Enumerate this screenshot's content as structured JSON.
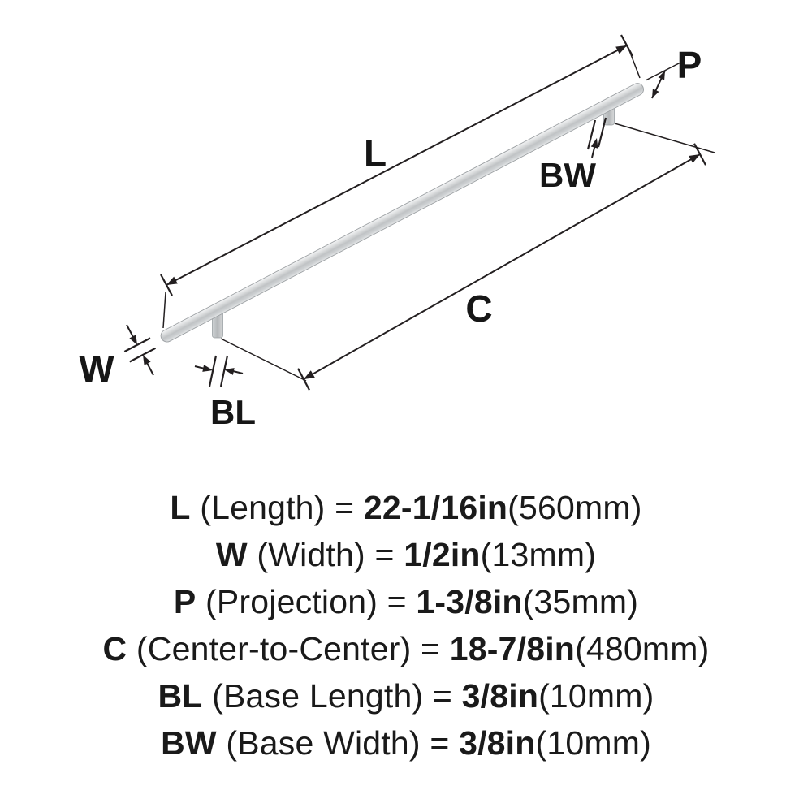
{
  "diagram": {
    "dim_labels": {
      "l": "L",
      "w": "W",
      "p": "P",
      "c": "C",
      "bl": "BL",
      "bw": "BW"
    }
  },
  "legend": {
    "rows": [
      {
        "abbr": "L",
        "desc": " (Length) = ",
        "value": "22-1/16in",
        "metric": "(560mm)"
      },
      {
        "abbr": "W",
        "desc": " (Width) = ",
        "value": "1/2in",
        "metric": "(13mm)"
      },
      {
        "abbr": "P",
        "desc": " (Projection) = ",
        "value": "1-3/8in",
        "metric": "(35mm)"
      },
      {
        "abbr": "C",
        "desc": " (Center-to-Center) = ",
        "value": "18-7/8in",
        "metric": "(480mm)"
      },
      {
        "abbr": "BL",
        "desc": " (Base Length) = ",
        "value": "3/8in",
        "metric": "(10mm)"
      },
      {
        "abbr": "BW",
        "desc": " (Base Width) = ",
        "value": "3/8in",
        "metric": "(10mm)"
      }
    ]
  },
  "colors": {
    "line": "#231f20",
    "text": "#161616",
    "bar_highlight": "#f4f5f6",
    "bar_shadow": "#c0c3c5",
    "background": "#ffffff"
  }
}
